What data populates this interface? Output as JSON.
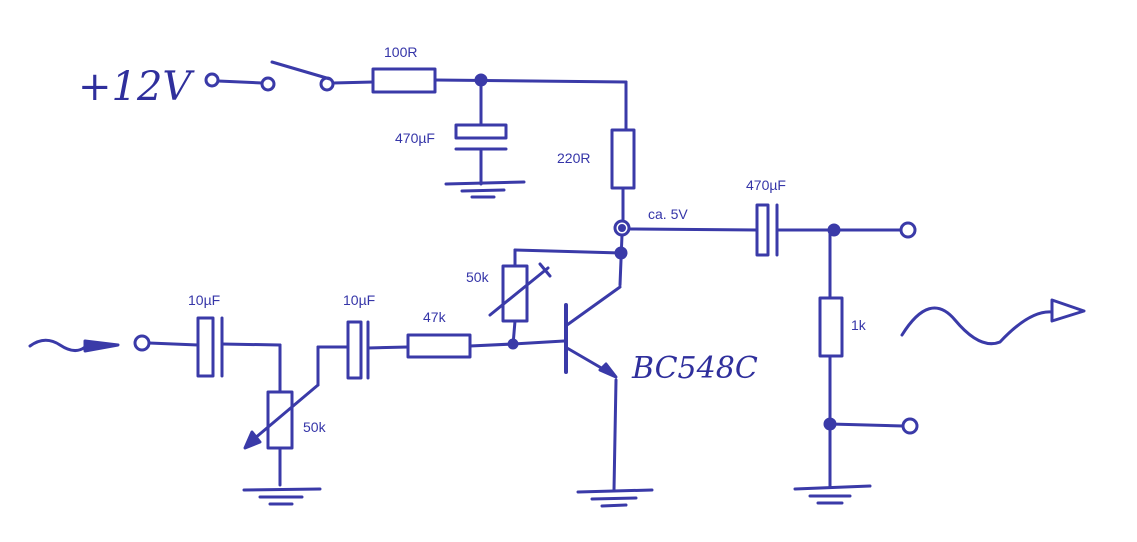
{
  "diagram": {
    "supply_label": "+12V",
    "transistor_label": "BC548C",
    "labels": {
      "r_series": "100R",
      "c_supply": "470µF",
      "r_collector": "220R",
      "node_voltage": "ca. 5V",
      "c_output": "470µF",
      "trim_pot": "50k",
      "c_in1": "10µF",
      "c_in2": "10µF",
      "r_base": "47k",
      "pot_in": "50k",
      "r_load": "1k"
    },
    "colors": {
      "wire": "#3a3aa8",
      "text": "#3535a8",
      "ink": "#2f2f9c"
    }
  }
}
